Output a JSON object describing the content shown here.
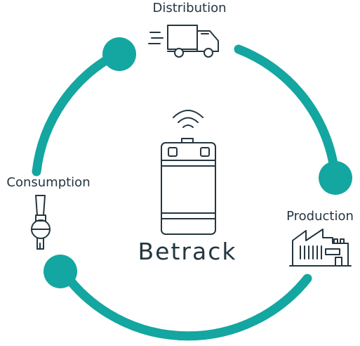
{
  "accent_color": "#14a6a1",
  "ink_color": "#243640",
  "stages": {
    "distribution": {
      "label": "Distribution",
      "icon": "delivery-truck-icon"
    },
    "production": {
      "label": "Production",
      "icon": "factory-icon"
    },
    "consumption": {
      "label": "Consumption",
      "icon": "beer-tap-icon"
    }
  },
  "center": {
    "brand": "Betrack",
    "icon": "keg-icon",
    "signal_icon": "wireless-signal-icon"
  }
}
